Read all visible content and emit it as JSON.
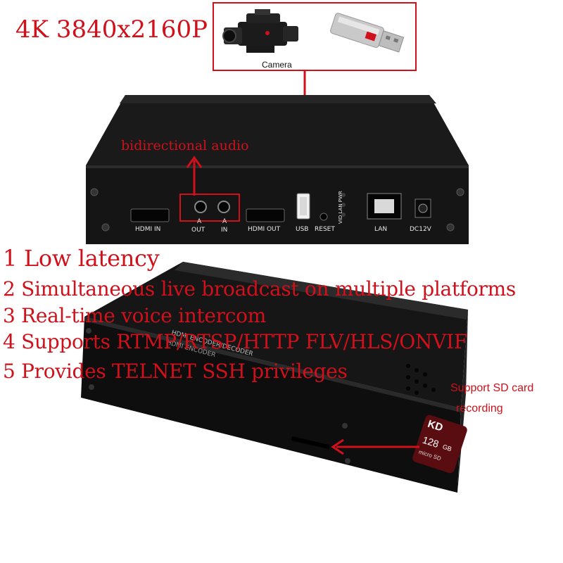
{
  "headline": "4K 3840x2160P",
  "accessory": {
    "camera_caption": "Camera"
  },
  "annotations": {
    "audio": "bidirectional audio",
    "sd_card": [
      "Support SD card",
      "recording"
    ]
  },
  "ports": {
    "hdmi_in": "HDMI IN",
    "audio_out_top": "A",
    "audio_out": "OUT",
    "audio_in_top": "A",
    "audio_in": "IN",
    "hdmi_out": "HDMI OUT",
    "usb": "USB",
    "reset": "RESET",
    "leds": "VID LAN PWR",
    "lan": "LAN",
    "dc": "DC12V"
  },
  "device_bottom_print": {
    "line1": "HDMI ENCODER/DECODER",
    "line2": "HDMI ENCODER"
  },
  "sd_card": {
    "brand": "KD",
    "capacity": "128",
    "unit": "GB",
    "type": "micro SD"
  },
  "features": [
    "1 Low latency",
    "2 Simultaneous live broadcast on multiple platforms",
    "3 Real-time voice intercom",
    "4 Supports RTMP/RTSP/HTTP FLV/HLS/ONVIF",
    "5 Provides TELNET SSH privileges"
  ],
  "colors": {
    "accent": "#d0101a",
    "device": "#111111"
  }
}
